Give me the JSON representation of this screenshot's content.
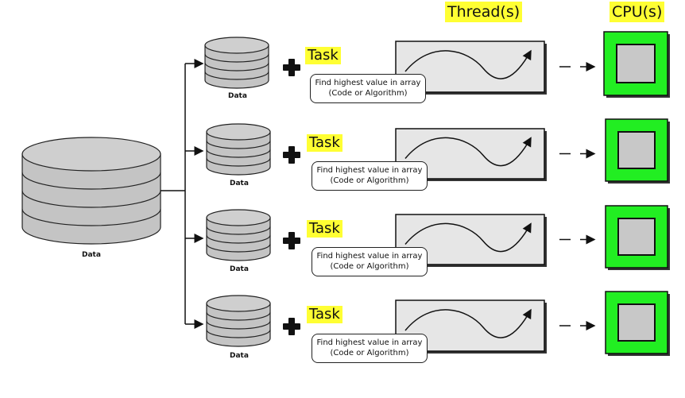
{
  "headers": {
    "threads": "Thread(s)",
    "cpus": "CPU(s)"
  },
  "main_data_label": "Data",
  "rows": [
    {
      "data_label": "Data",
      "task_label": "Task",
      "task_line1": "Find highest value in array",
      "task_line2": "(Code or Algorithm)"
    },
    {
      "data_label": "Data",
      "task_label": "Task",
      "task_line1": "Find highest value in array",
      "task_line2": "(Code or Algorithm)"
    },
    {
      "data_label": "Data",
      "task_label": "Task",
      "task_line1": "Find highest value in array",
      "task_line2": "(Code or Algorithm)"
    },
    {
      "data_label": "Data",
      "task_label": "Task",
      "task_line1": "Find highest value in array",
      "task_line2": "(Code or Algorithm)"
    }
  ],
  "colors": {
    "highlight": "#ffff33",
    "cpu_green": "#22ee22",
    "cpu_core": "#c8c8c8",
    "thread_box": "#e6e6e6",
    "cylinder": "#c4c4c4"
  }
}
